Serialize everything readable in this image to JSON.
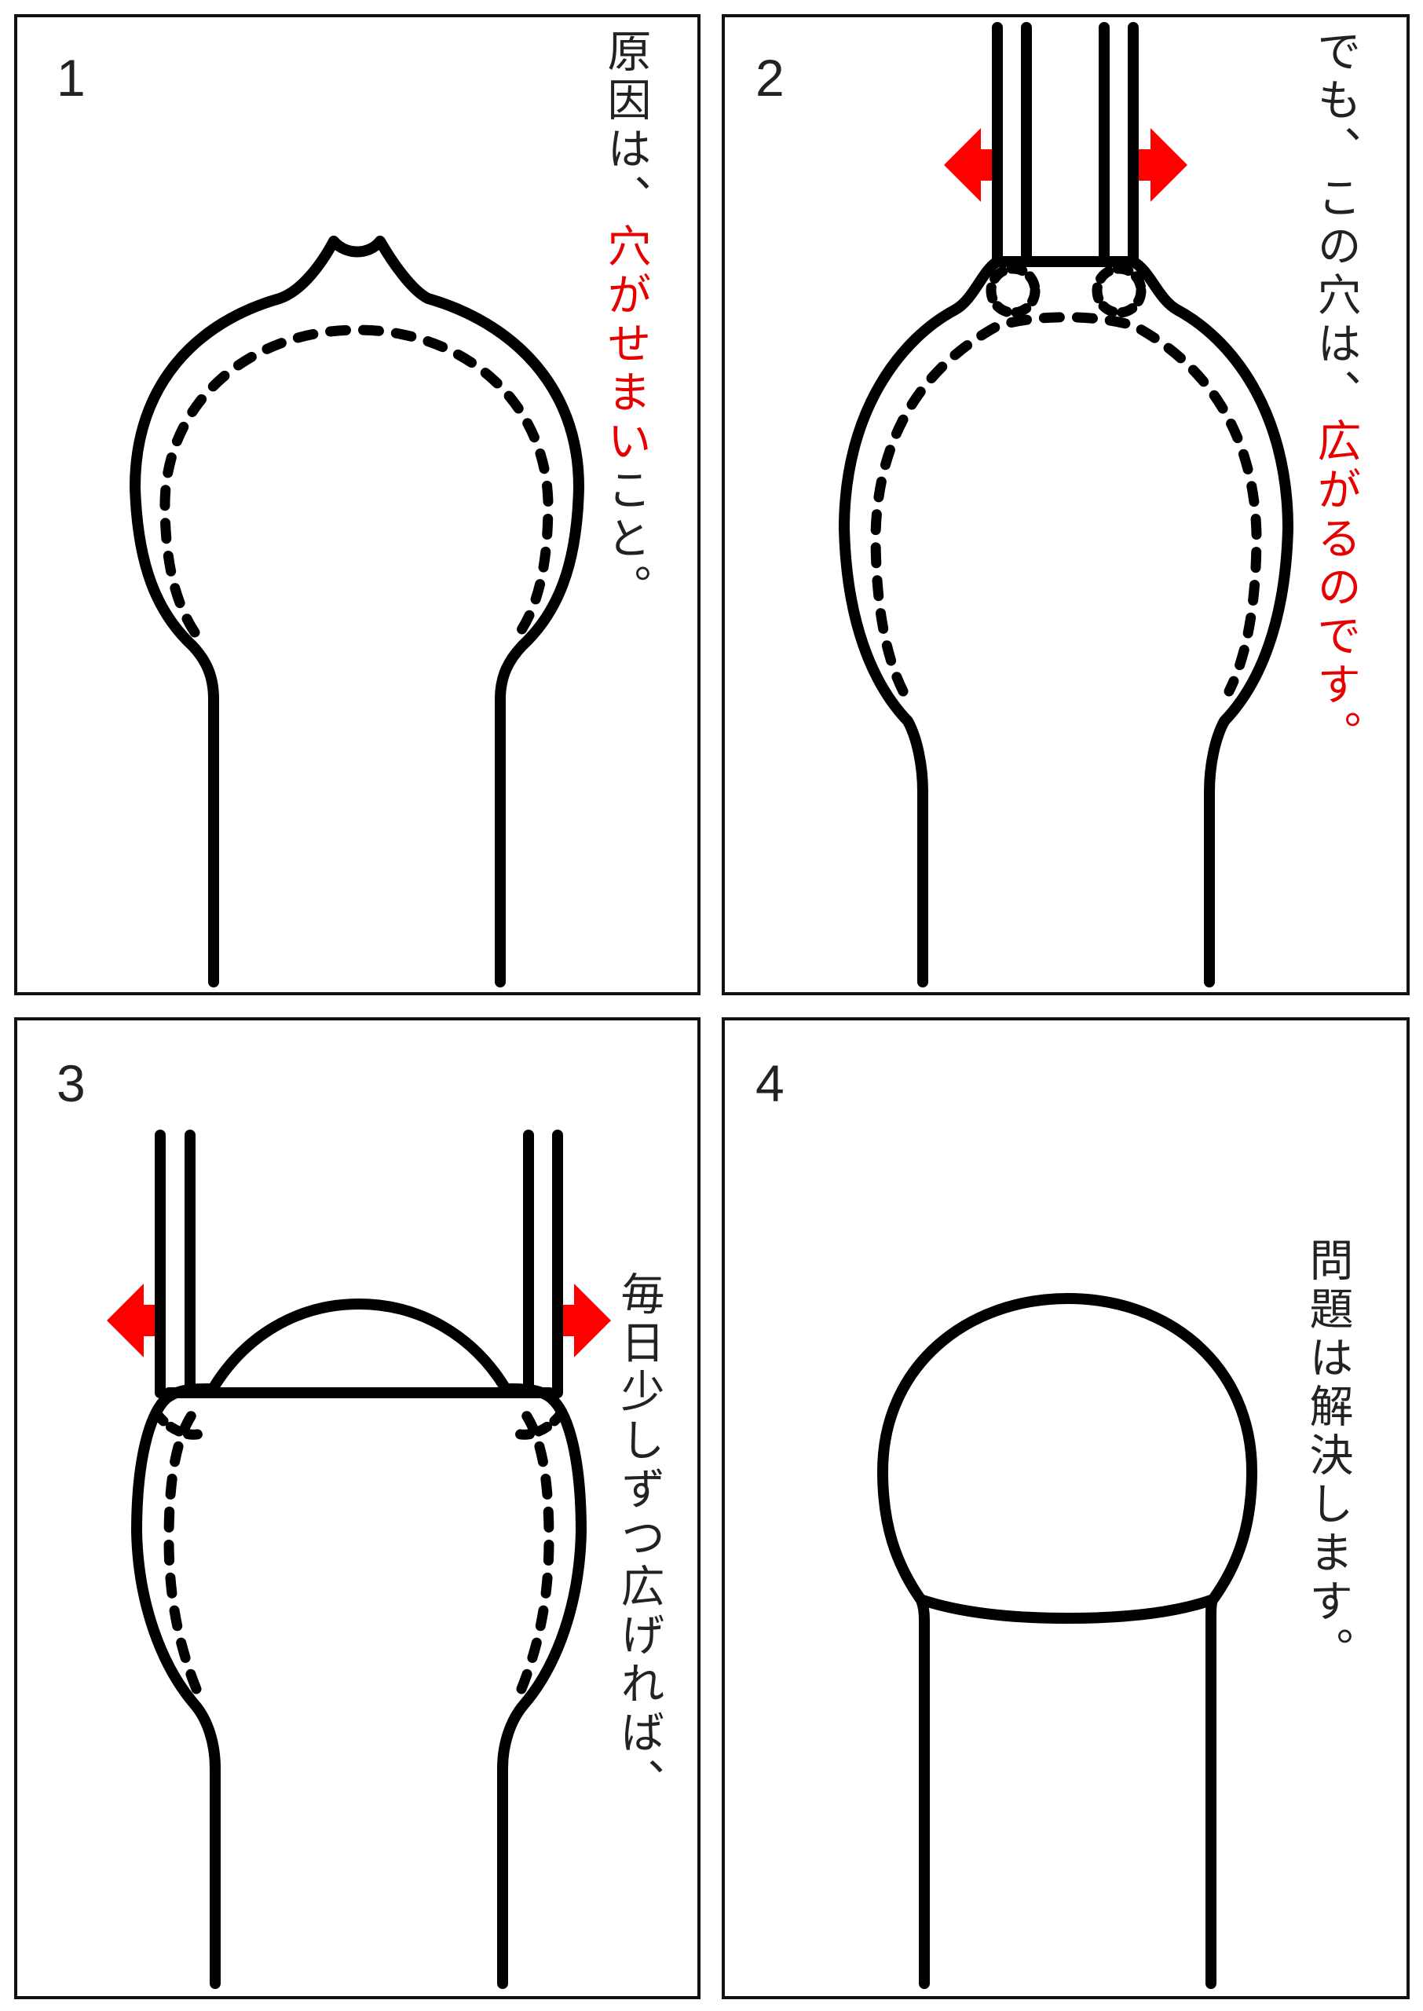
{
  "panels": [
    {
      "number": "1",
      "caption": [
        {
          "text": "原因は、",
          "color": "#222222"
        },
        {
          "text": "穴がせまい",
          "color": "#e60000"
        },
        {
          "text": "こと。",
          "color": "#222222"
        }
      ],
      "illustration": "bulb-with-narrow-opening"
    },
    {
      "number": "2",
      "caption": [
        {
          "text": "でも、この穴は、",
          "color": "#222222"
        },
        {
          "text": "広がるのです。",
          "color": "#e60000"
        }
      ],
      "illustration": "opening-stretched-by-two-pairs-of-rods",
      "arrows": [
        "left",
        "right"
      ]
    },
    {
      "number": "3",
      "caption": [
        {
          "text": "毎日少しずつ広げれば、",
          "color": "#222222"
        }
      ],
      "illustration": "opening-widened-with-rods",
      "arrows": [
        "left",
        "right"
      ]
    },
    {
      "number": "4",
      "caption": [
        {
          "text": "問題は解決します。",
          "color": "#222222"
        }
      ],
      "illustration": "resolved-rounded-shape"
    }
  ],
  "colors": {
    "accent_red": "#ff0000",
    "text_red": "#e60000",
    "line_black": "#000000",
    "text_dark": "#222222"
  }
}
